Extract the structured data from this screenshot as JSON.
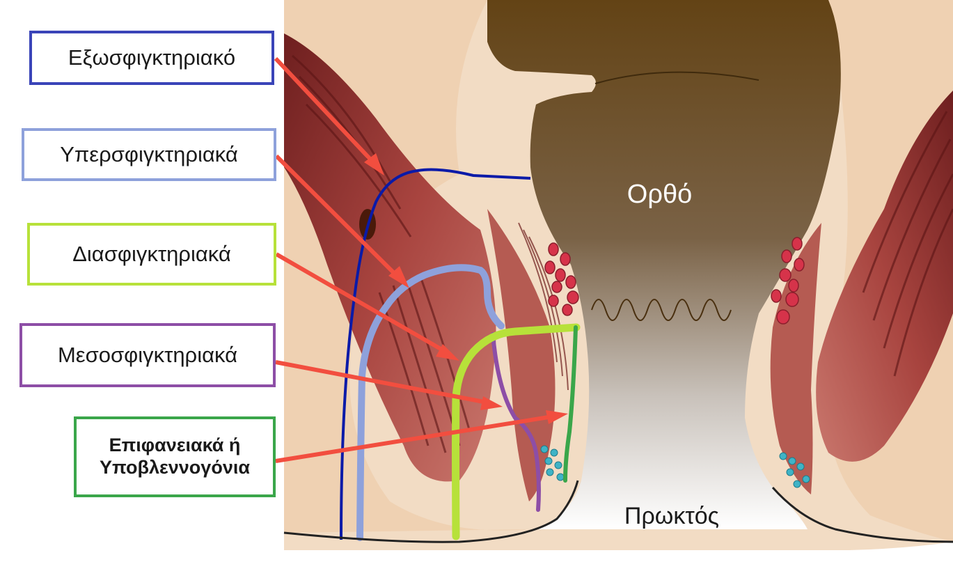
{
  "colors": {
    "extrasphincteric": "#3a44b8",
    "suprasphincteric": "#8ea1db",
    "transsphincteric": "#b7e13a",
    "intersphincteric": "#8d4ea6",
    "superficial": "#3aa64a",
    "arrow": "#f24e3f",
    "tissue": "#f2dcc4",
    "skin_dark": "#e9c49a",
    "muscle": "#8c2f2f",
    "rectum": "#634315",
    "gland": "#d6334a",
    "cyst": "#3fb3c6",
    "path_blue": "#0a1aa8"
  },
  "labels": {
    "extrasphincteric": "Εξωσφιγκτηριακό",
    "suprasphincteric": "Υπερσφιγκτηριακά",
    "transsphincteric": "Διασφιγκτηριακά",
    "intersphincteric": "Μεσοσφιγκτηριακά",
    "superficial_line1": "Επιφανειακά ή",
    "superficial_line2": "Υποβλεννογόνια"
  },
  "organs": {
    "rectum": "Ορθό",
    "anus": "Πρωκτός"
  }
}
